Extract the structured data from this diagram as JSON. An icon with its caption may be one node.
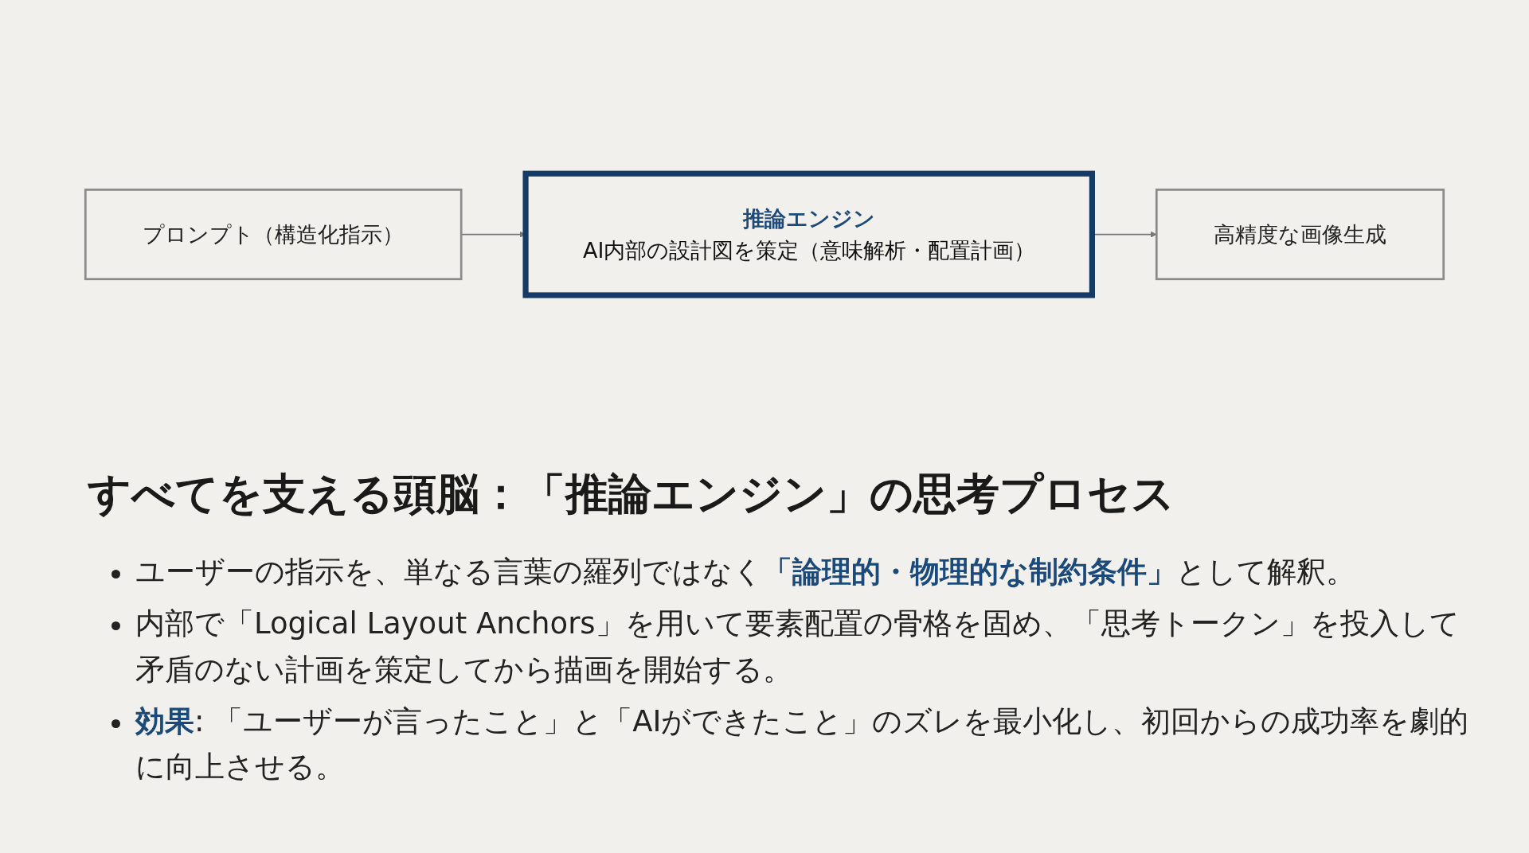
{
  "diagram": {
    "title": "すべてを支える頭脳：「推論エンジン」の思考プロセス",
    "nodes": [
      {
        "text": [
          "プロンプト（構造化指示）"
        ]
      },
      {
        "text": [
          "推論エンジン",
          "AI内部の設計図を策定（意味解析・配置計画）"
        ]
      },
      {
        "text": [
          "高精度な画像生成"
        ]
      }
    ],
    "edges": [
      {
        "from": 0,
        "to": 1,
        "arrow": "to"
      },
      {
        "from": 1,
        "to": 2,
        "arrow": "to"
      }
    ],
    "labels": [
      "ユーザーの指示を、単なる言葉の羅列ではなく**「論理的・物理的な制約条件」**として解釈。",
      "内部で「Logical Layout Anchors」を用いて要素配置の骨格を固め、「思考トークン」を投入して矛盾のない計画を策定してから描画を開始する。",
      "**効果**: 「ユーザーが言ったこと」と「AIができたこと」のズレを最小化し、初回からの成功率を劇的に向上させる。"
    ]
  }
}
